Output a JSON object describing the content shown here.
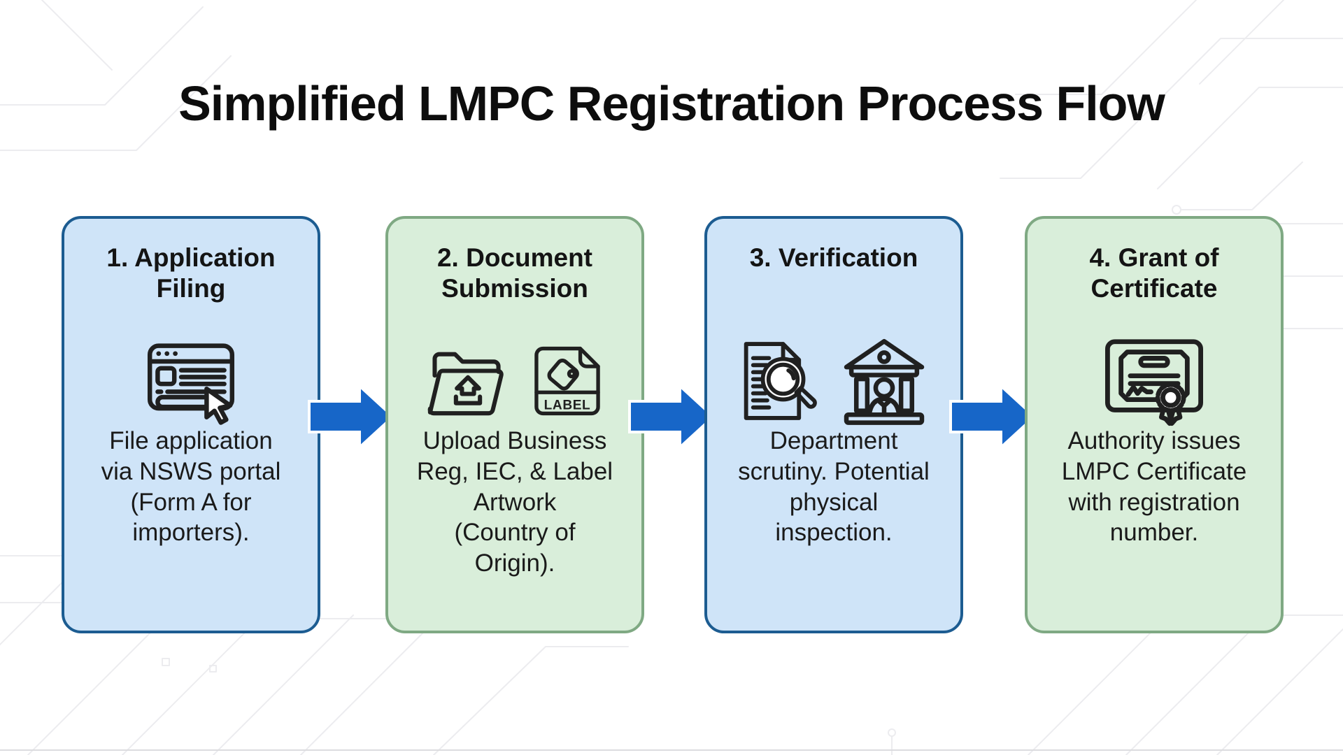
{
  "title": "Simplified LMPC Registration Process Flow",
  "colors": {
    "background": "#ffffff",
    "blue_card_fill": "#cfe4f8",
    "blue_card_border": "#1c5c91",
    "green_card_fill": "#d9eeda",
    "green_card_border": "#7fa983",
    "arrow_fill": "#1766c8",
    "text": "#141414",
    "trace": "#ececef"
  },
  "steps": [
    {
      "title": "1. Application Filing",
      "description": "File application\nvia NSWS portal\n(Form A for\nimporters).",
      "theme": "blue",
      "icons": [
        "browser-click-icon"
      ]
    },
    {
      "title": "2. Document Submission",
      "description": "Upload Business\nReg, IEC, & Label\nArtwork\n(Country of\nOrigin).",
      "theme": "green",
      "icons": [
        "folder-upload-icon",
        "label-file-icon"
      ],
      "label_text": "LABEL"
    },
    {
      "title": "3. Verification",
      "description": "Department\nscrutiny. Potential\nphysical\ninspection.",
      "theme": "blue",
      "icons": [
        "document-inspect-icon",
        "government-building-icon"
      ]
    },
    {
      "title": "4. Grant of Certificate",
      "description": "Authority issues\nLMPC Certificate\nwith registration\nnumber.",
      "theme": "green",
      "icons": [
        "certificate-icon"
      ]
    }
  ],
  "arrows": [
    "arrow-1",
    "arrow-2",
    "arrow-3"
  ]
}
